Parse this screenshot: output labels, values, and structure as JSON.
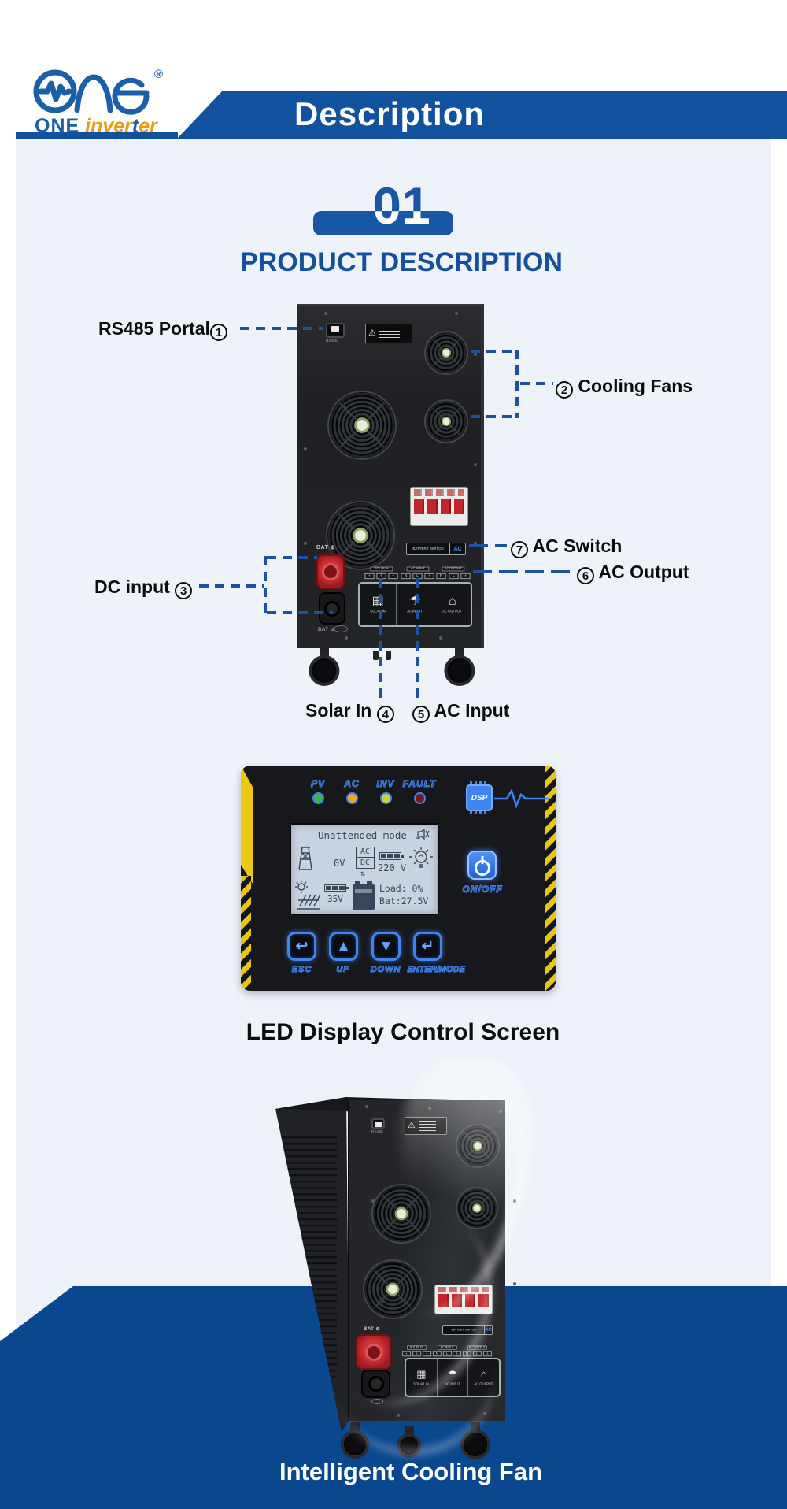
{
  "header": {
    "logo": {
      "registered": "®",
      "brand_top": "ONE",
      "brand_accent_1": "inver",
      "brand_accent_t": "t",
      "brand_accent_2": "er"
    },
    "banner_title": "Description"
  },
  "section": {
    "number": "01",
    "title": "PRODUCT DESCRIPTION"
  },
  "colors": {
    "banner_blue": "#11519d",
    "footer_blue": "#09478e",
    "accent_blue": "#1757a5",
    "callout_line": "#1d539e",
    "panel_bg": "#eef2f9",
    "logo_orange": "#ee9a10",
    "neon_blue": "#3f85f2",
    "led_pv": "#3cb54a",
    "led_ac": "#eda61c",
    "led_inv": "#c9d32f",
    "led_fault": "#7e1616"
  },
  "diagram": {
    "callouts": {
      "rs485": {
        "text": "RS485 Portal",
        "num": "1"
      },
      "cooling": {
        "num": "2",
        "text": "Cooling Fans"
      },
      "dc": {
        "text": "DC input",
        "num": "3"
      },
      "solar": {
        "text": "Solar In",
        "num": "4"
      },
      "ac_in": {
        "num": "5",
        "text": "AC Input"
      },
      "ac_out": {
        "num": "6",
        "text": "AC Output"
      },
      "ac_switch": {
        "num": "7",
        "text": "AC Switch"
      }
    },
    "device_labels": {
      "rs485_port": "RS485",
      "warning_icon": "⚠",
      "bat_plus": "BAT ⊕",
      "bat_minus": "BAT ⊖",
      "battery_switch": "BATTERY SWITCH",
      "ac_tag": "AC",
      "terminal_groups": [
        "SOLAR IN",
        "AC INPUT",
        "AC OUTPUT"
      ],
      "terminals": [
        "+",
        "⏚",
        "−",
        "N",
        "L",
        "⏚",
        "N",
        "L",
        "⏚"
      ],
      "io_icons": [
        {
          "glyph": "▦",
          "label": "SOLAR IN"
        },
        {
          "glyph": "☂",
          "label": "AC INPUT"
        },
        {
          "glyph": "⌂",
          "label": "AC OUTPUT"
        }
      ]
    }
  },
  "display": {
    "leds": [
      {
        "label": "PV"
      },
      {
        "label": "AC"
      },
      {
        "label": "INV"
      },
      {
        "label": "FAULT"
      }
    ],
    "chip": "DSP",
    "lcd": {
      "status": "Unattended mode",
      "ac": "AC",
      "dc": "DC",
      "updown": "⇅",
      "input_v": "0V",
      "output_v": "220 V",
      "load": "Load: 0%",
      "battery": "Bat:27.5V",
      "pv_v": "35V"
    },
    "power": "ON/OFF",
    "buttons": [
      {
        "icon": "↩",
        "label": "ESC"
      },
      {
        "icon": "▲",
        "label": "UP"
      },
      {
        "icon": "▼",
        "label": "DOWN"
      },
      {
        "icon": "↵",
        "label": "ENTER/MODE"
      }
    ]
  },
  "captions": {
    "display": "LED Display Control Screen",
    "cooling": "Intelligent Cooling Fan"
  }
}
